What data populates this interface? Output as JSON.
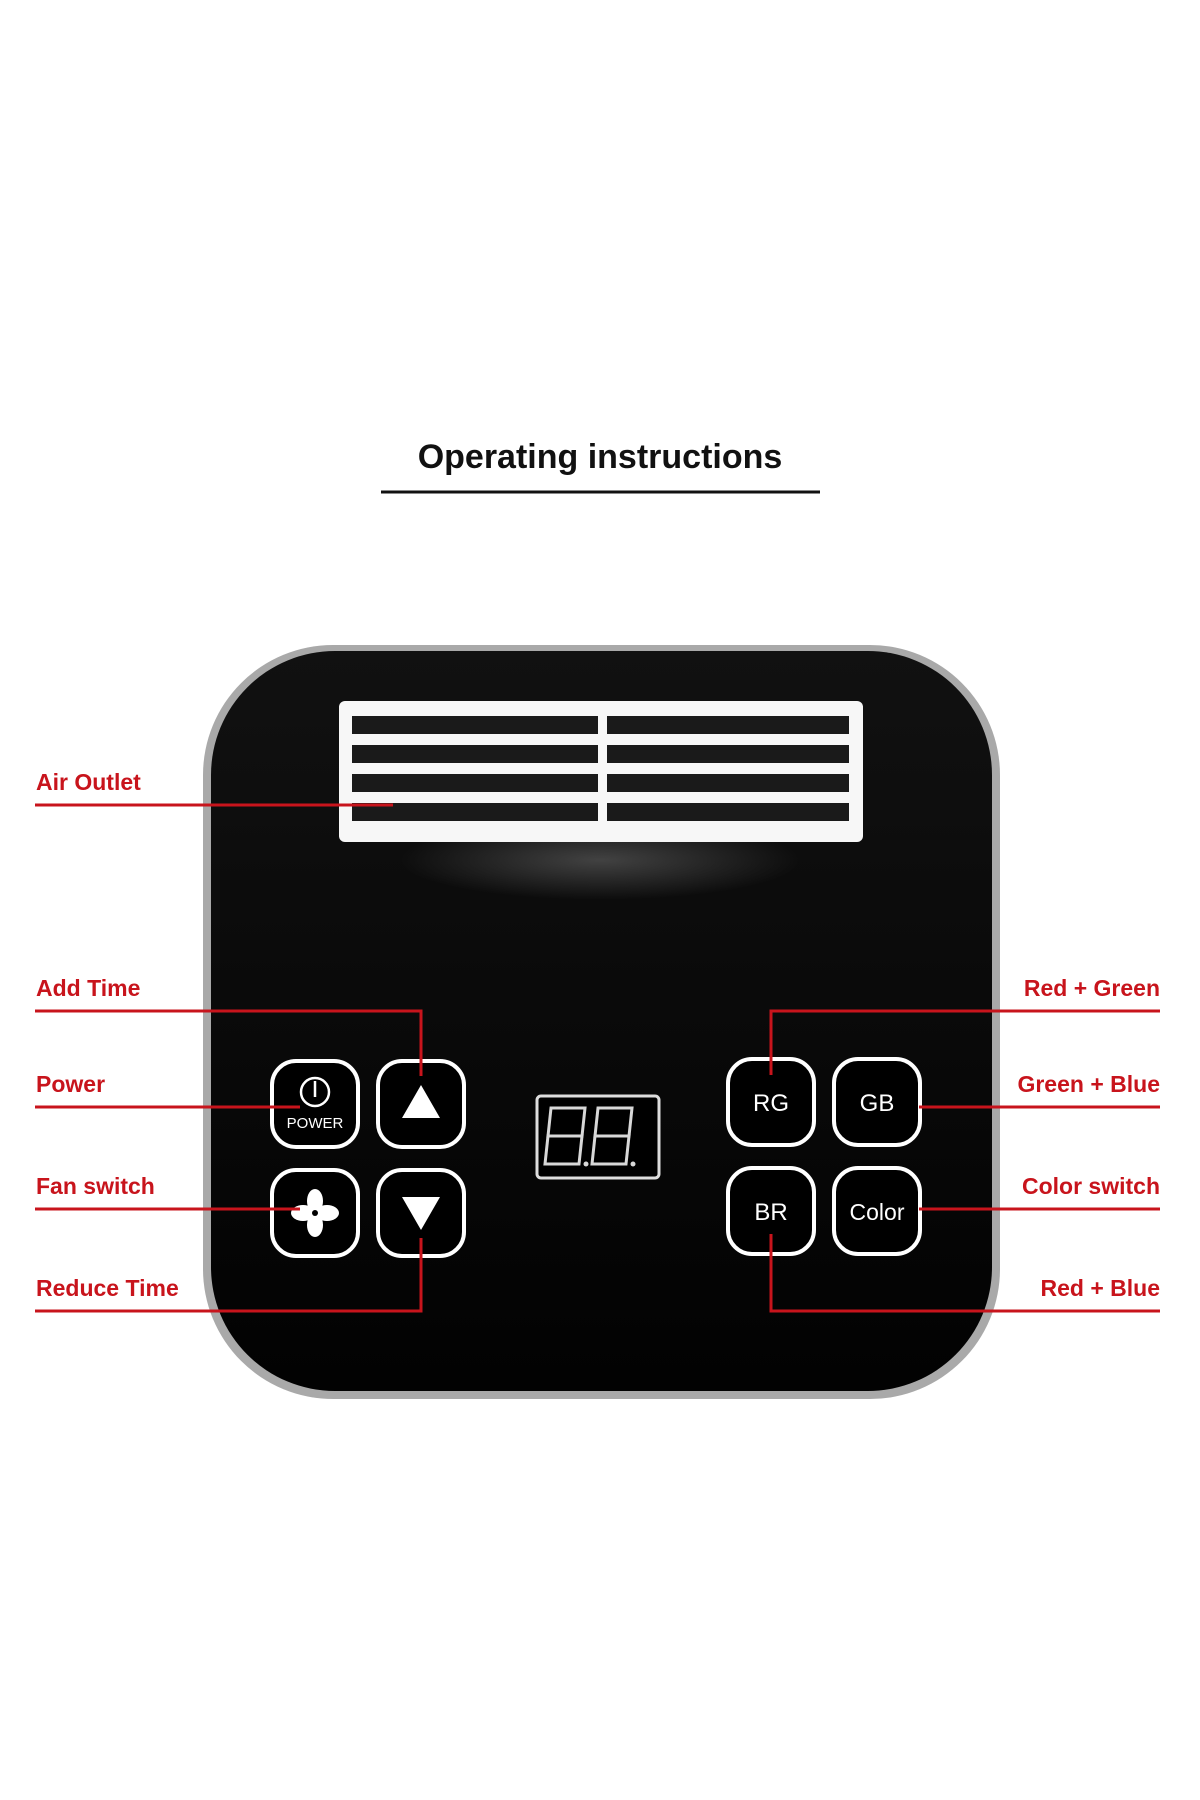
{
  "title": "Operating instructions",
  "colors": {
    "callout": "#c8141c",
    "panel": "#050505",
    "panel_border": "#a9a9a9",
    "button_outline": "#ffffff",
    "vent": "#ffffff"
  },
  "panel": {
    "display_value": "8.8.",
    "power_label": "POWER",
    "buttons": {
      "rg": "RG",
      "gb": "GB",
      "br": "BR",
      "color": "Color"
    },
    "icons": {
      "power": "power-icon",
      "fan": "fan-icon",
      "up": "triangle-up-icon",
      "down": "triangle-down-icon"
    }
  },
  "callouts": {
    "air_outlet": "Air Outlet",
    "add_time": "Add Time",
    "power": "Power",
    "fan_switch": "Fan switch",
    "reduce_time": "Reduce Time",
    "red_green": "Red + Green",
    "green_blue": "Green + Blue",
    "color_switch": "Color switch",
    "red_blue": "Red + Blue"
  }
}
